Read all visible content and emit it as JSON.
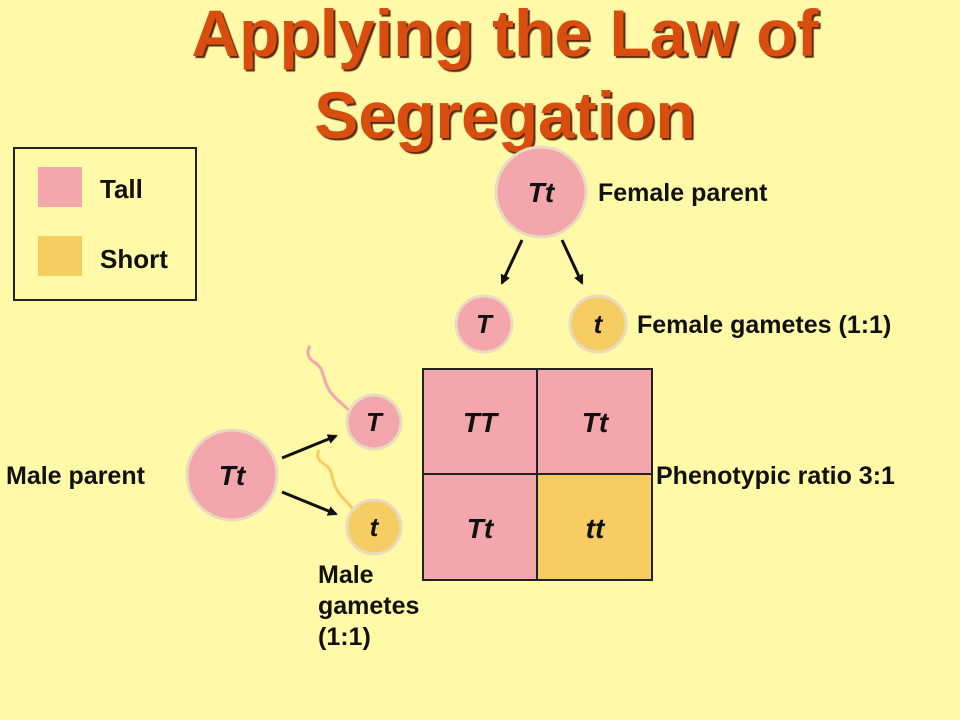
{
  "slide": {
    "title_line1": "Applying the Law of",
    "title_line2": "Segregation"
  },
  "legend": {
    "items": [
      {
        "label": "Tall",
        "color": "#f4a6ad"
      },
      {
        "label": "Short",
        "color": "#f6cd62"
      }
    ]
  },
  "female_parent": {
    "genotype": "Tt",
    "label": "Female parent"
  },
  "female_gametes": {
    "alleles": [
      "T",
      "t"
    ],
    "label": "Female gametes (1:1)"
  },
  "male_parent": {
    "genotype": "Tt",
    "label": "Male parent"
  },
  "male_gametes": {
    "alleles": [
      "T",
      "t"
    ],
    "label_lines": [
      "Male",
      "gametes",
      "(1:1)"
    ]
  },
  "punnett": {
    "cells": [
      [
        "TT",
        "Tt"
      ],
      [
        "Tt",
        "tt"
      ]
    ],
    "cell_colors": [
      [
        "#f4a6ad",
        "#f4a6ad"
      ],
      [
        "#f4a6ad",
        "#f6cd62"
      ]
    ]
  },
  "phenotypic_ratio": "Phenotypic ratio 3:1"
}
